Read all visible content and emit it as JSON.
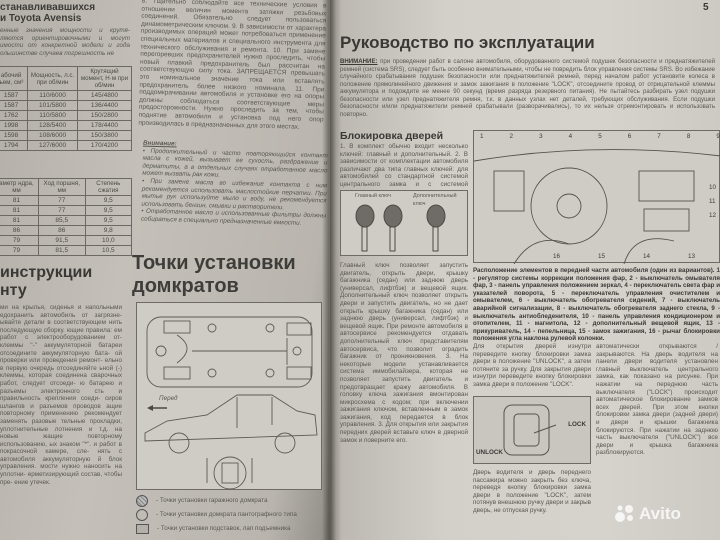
{
  "left_page": {
    "title_lines": [
      "станавливавшихся",
      "и Toyota Avensis"
    ],
    "intro": "енные значения мощности и крутя- ляются ориентировочными и могут имости от конкретной модели и года ольшинстве случаев погрешность не",
    "table1": {
      "headers": [
        "абочий ъем, см³",
        "Мощность, л.с. при об/мин",
        "Крутящий момент, Н·м при об/мин"
      ],
      "rows": [
        [
          "1587",
          "110/6000",
          "145/4800"
        ],
        [
          "1587",
          "101/5800",
          "136/4400"
        ],
        [
          "1762",
          "110/5800",
          "150/2800"
        ],
        [
          "1998",
          "128/5400",
          "178/4400"
        ],
        [
          "1598",
          "108/6000",
          "150/3800"
        ],
        [
          "1794",
          "127/6000",
          "170/4200"
        ]
      ]
    },
    "table2": {
      "headers": [
        "аметр ндра, мм",
        "Ход поршня, мм",
        "Степень сжатия"
      ],
      "rows": [
        [
          "81",
          "77",
          "9,5"
        ],
        [
          "81",
          "77",
          "9,5"
        ],
        [
          "81",
          "85,5",
          "9,5"
        ],
        [
          "86",
          "86",
          "9,8"
        ],
        [
          "79",
          "91,5",
          "10,0"
        ],
        [
          "79",
          "81,5",
          "10,5"
        ]
      ]
    },
    "section_heading": [
      "инструкции",
      "нту"
    ],
    "section_text": "ми на крылья, сиденья и напольными едохранить автомобиль от загрязне- ывайте детали в соответствующем нить последующую сборку. ющие правила: ем работ с электрооборудованием от- клеммы \"-\" аккумуляторной батареи отсоедините аккумуляторную бата- ой проверки или проведения ремонт- ельно в первую очередь отсоединяйте ьной (-) клеммы, которая соединена сварочных работ, следует отсоеди- ю батарею и разъемы электронного сть и правильность крепления соеди- сиров шлангов и разъемов проводов ащие повторному применению рекомендует заменять разовые тельные прокладки, уплотнительные лотнения и т.д. на новые жащие повторному использованию, ых знаком \"*\". и работ в покрасочной камере, сле- нять с автомобиля аккумуляторную й блок управления. мости нужно наносить на уплотни- ерметизирующий состав, чтобы пре- ение утечек.",
    "middle_text": "8. Тщательно соблюдайте все технические условия в отношении величин момента затяжки резьбовых соединений. Обязательно следует пользоваться динамометрическим ключом. 9. В зависимости от характера производимых операций может потребоваться применение специальных материалов и специального инструмента для технического обслуживания и ремонта. 10. При замене перегоревших предохранителей нужно проследить, чтобы новый плавкий предохранитель был рассчитан на соответствующую силу тока. ЗАПРЕЩАЕТСЯ превышать это номинальное значение тока или вставлять предохранитель более низкого номинала. 11. При поддомкрачивании автомобиля и установке его на опоры должны соблюдаться соответствующие меры предосторожности. Нужно проследить за тем, чтобы поднятие автомобиля и установка под него опор производилась в предназначенных для этого местах.",
    "caution_label": "Внимание:",
    "caution_items": [
      "Продолжительный и часто повторяющийся контакт масла с кожей, вызывает ее сухость, раздражение и дерматиты, а в отдельных случаях отработанное масло может вызвать рак кожи.",
      "При замене масла во избежание контакта с ним рекомендуется использовать маслостойкие перчатки. При мытье рук используйте мыло и воду, не рекомендуется использовать бензин, смывки и растворители.",
      "Отработанное масло и использованные фильтры должны собираться в специально предназначенные емкости."
    ],
    "jack_heading": [
      "Точки установки",
      "домкратов"
    ],
    "front_label": "Перед",
    "legend": [
      "- Точки установки гаражного домкрата",
      "- Точки установки домкрата пантографного типа",
      "- Точки установки подставок, лап подъемника"
    ]
  },
  "right_page": {
    "page_number": "5",
    "title": "Руководство по эксплуатации",
    "warning_label": "ВНИМАНИЕ:",
    "warning_text": " при проведении работ в салоне автомобиля, оборудованного системой подушек безопасности и преднатяжителей ремней (система SRS), следует быть особенно внимательными, чтобы не повредить блок управления системы SRS. Во избежание случайного срабатывания подушек безопасности или преднатяжителей ремней, перед началом работ установите колеса в положение прямолинейного движения и замок зажигания в положение \"LOCK\", отсоедините провод от отрицательной клеммы аккумулятора и подождите не менее 90 секунд (время разряда резервного питания). Не пытайтесь разбирать узел подушки безопасности или узел преднатяжителя ремня, т.к. в данных узлах нет деталей, требующих обслуживания. Если подушки безопасности и/или преднатяжители ремней срабатывали (разворачивались), то их нельзя отремонтировать и использовать повторно.",
    "door_heading": "Блокировка дверей",
    "door_text1": "1. В комплект обычно входит несколько ключей: главный и дополнительный. 2. В зависимости от комплектации автомобиля различают два типа главных ключей: для автомобилей со стандартной системой центрального замка и с системой дистанционного управления центральным замком.",
    "key_labels": [
      "Главный ключ",
      "Дополнительный ключ"
    ],
    "door_text2": "Главный ключ позволяет запустить двигатель, открыть двери, крышку багажника (седан) или заднюю дверь (универсал, лифтбэк) и вещевой ящик. Дополнительный ключ позволяет открыть двери и запустить двигатель, но не дает открыть крышку багажника (седан) или заднюю дверь (универсал, лифтбэк) и вещевой ящик. При ремонте автомобиля в автосервисе рекомендуется отдавать дополнительный ключ представителям автосервиса, что позволит оградить багажник от проникновения. 3. На некоторые модели устанавливается система иммобилайзера, которая не позволяет запустить двигатель и предотвращает кражу автомобиля. В головку ключа зажигания вмонтирован микросхема с кодом; при включении зажигания ключом, вставленным в замок зажигания, код передается в блок управления. 3. Для открытия или закрытия передних дверей вставьте ключ в дверной замок и поверните его.",
    "diagram_numbers": [
      "1",
      "2",
      "3",
      "4",
      "5",
      "6",
      "7",
      "8",
      "9",
      "10",
      "11",
      "12",
      "13",
      "14",
      "15",
      "16"
    ],
    "caption": "Расположение элементов в передней части автомобиля (один из вариантов). 1 - регулятор системы коррекции положения фар, 2 - выключатель омывателя фар, 3 - панель управления положением зеркал, 4 - переключатель света фар и указателей поворота, 5 - переключатель управления очистителем и омывателем, 6 - выключатель обогревателя сидений, 7 - выключатель аварийной сигнализации, 8 - выключатель обогревателя заднего стекла, 9 - выключатель антиобледенителя, 10 - панель управления кондиционером и отопителем, 11 - магнитола, 12 - дополнительный вещевой ящик, 13 - прикуриватель, 14 - пепельница, 15 - замок зажигания, 16 - рычаг блокировки положения угла наклона рулевой колонки.",
    "col2_text": "Для открытия дверей изнутри переведите кнопку блокировки замка двери в положение \"UNLOCK\", а затем потяните за ручку. Для закрытия двери изнутри переведите кнопку блокировки замка двери в положение \"LOCK\".",
    "handle_labels": [
      "UNLOCK",
      "LOCK"
    ],
    "col2_text2": "Дверь водителя и дверь переднего пассажира можно закрыть без ключа, переведя кнопку блокировки замка двери в положение \"LOCK\", затем потянув внешнюю ручку двери и закрыв дверь, не отпуская ручку.",
    "col3_text": "автоматически открываются / закрываются. На дверь водителя на панели двери водителя установлен главный выключатель центрального замка, как показано на рисунке. При нажатии на переднюю часть выключателя (\"LOCK\") происходит автоматическое блокирование замков всех дверей. При этом кнопки блокировки замка двери (задней двери) и двери и крышки багажника блокируются. При нажатии на заднюю часть выключателя (\"UNLOCK\") все двери и крышка багажника разблокируются."
  },
  "watermark": "Avito",
  "colors": {
    "paper_left": "#c0bcb5",
    "paper_right": "#d4d1cb",
    "ink": "#3a3835"
  }
}
